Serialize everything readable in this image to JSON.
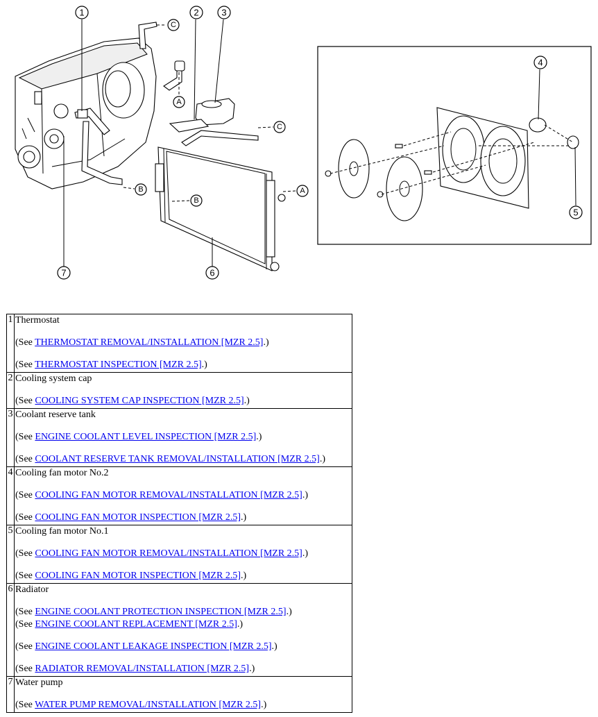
{
  "diagram": {
    "callouts": [
      "1",
      "2",
      "3",
      "4",
      "5",
      "6",
      "7"
    ],
    "refs": [
      "A",
      "B",
      "C"
    ]
  },
  "rows": [
    {
      "num": "1",
      "title": "Thermostat",
      "refs": [
        {
          "pre": "(See ",
          "link": "THERMOSTAT REMOVAL/INSTALLATION [MZR 2.5]",
          "post": ".)"
        },
        {
          "pre": "(See ",
          "link": "THERMOSTAT INSPECTION [MZR 2.5]",
          "post": ".)"
        }
      ]
    },
    {
      "num": "2",
      "title": "Cooling system cap",
      "refs": [
        {
          "pre": "(See ",
          "link": "COOLING SYSTEM CAP INSPECTION [MZR 2.5]",
          "post": ".)"
        }
      ]
    },
    {
      "num": "3",
      "title": "Coolant reserve tank",
      "refs": [
        {
          "pre": "(See ",
          "link": "ENGINE COOLANT LEVEL INSPECTION [MZR 2.5]",
          "post": ".)"
        },
        {
          "pre": "(See ",
          "link": "COOLANT RESERVE TANK REMOVAL/INSTALLATION [MZR 2.5]",
          "post": ".)"
        }
      ]
    },
    {
      "num": "4",
      "title": "Cooling fan motor No.2",
      "refs": [
        {
          "pre": "(See ",
          "link": "COOLING FAN MOTOR REMOVAL/INSTALLATION [MZR 2.5]",
          "post": ".)"
        },
        {
          "pre": "(See ",
          "link": "COOLING FAN MOTOR INSPECTION [MZR 2.5]",
          "post": ".)"
        }
      ]
    },
    {
      "num": "5",
      "title": "Cooling fan motor No.1",
      "refs": [
        {
          "pre": "(See ",
          "link": "COOLING FAN MOTOR REMOVAL/INSTALLATION [MZR 2.5]",
          "post": ".)"
        },
        {
          "pre": "(See ",
          "link": "COOLING FAN MOTOR INSPECTION [MZR 2.5]",
          "post": ".)"
        }
      ]
    },
    {
      "num": "6",
      "title": "Radiator",
      "refs": [
        {
          "pre": "(See ",
          "link": "ENGINE COOLANT PROTECTION INSPECTION [MZR 2.5]",
          "post": ".)"
        },
        {
          "pre": "(See ",
          "link": "ENGINE COOLANT REPLACEMENT [MZR 2.5]",
          "post": ".)"
        },
        {
          "pre": "(See ",
          "link": "ENGINE COOLANT LEAKAGE INSPECTION [MZR 2.5]",
          "post": ".)"
        },
        {
          "pre": "(See ",
          "link": "RADIATOR REMOVAL/INSTALLATION [MZR 2.5]",
          "post": ".)"
        }
      ]
    },
    {
      "num": "7",
      "title": "Water pump",
      "refs": [
        {
          "pre": "(See ",
          "link": "WATER PUMP REMOVAL/INSTALLATION [MZR 2.5]",
          "post": ".)"
        }
      ]
    }
  ]
}
